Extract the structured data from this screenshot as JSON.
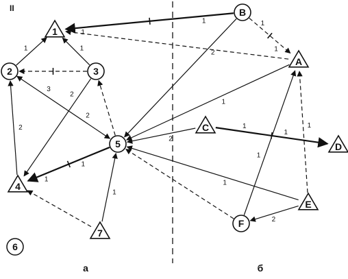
{
  "corner_label": "II",
  "figure_number": "6",
  "panel_labels": {
    "left": "a",
    "right": "б"
  },
  "nodes": [
    {
      "id": "1",
      "shape": "triangle"
    },
    {
      "id": "2",
      "shape": "circle"
    },
    {
      "id": "3",
      "shape": "circle"
    },
    {
      "id": "4",
      "shape": "triangle"
    },
    {
      "id": "5",
      "shape": "circle"
    },
    {
      "id": "7",
      "shape": "triangle"
    },
    {
      "id": "B",
      "shape": "circle"
    },
    {
      "id": "A",
      "shape": "triangle"
    },
    {
      "id": "C",
      "shape": "triangle"
    },
    {
      "id": "D",
      "shape": "triangle"
    },
    {
      "id": "E",
      "shape": "triangle"
    },
    {
      "id": "F",
      "shape": "circle"
    }
  ],
  "edges": [
    {
      "from": "B",
      "to": "1",
      "style": "solid",
      "heavy": true,
      "bar": true,
      "labels": [
        "1",
        "1"
      ]
    },
    {
      "from": "2",
      "to": "1",
      "style": "solid",
      "labels": [
        "1"
      ]
    },
    {
      "from": "3",
      "to": "1",
      "style": "solid",
      "labels": [
        "1"
      ]
    },
    {
      "from": "3",
      "to": "2",
      "style": "dashed",
      "bar": true,
      "labels": []
    },
    {
      "from": "2",
      "to": "5",
      "style": "solid",
      "double": true,
      "labels": [
        "3",
        "2"
      ]
    },
    {
      "from": "5",
      "to": "3",
      "style": "dashed",
      "labels": []
    },
    {
      "from": "3",
      "to": "4",
      "style": "solid",
      "labels": [
        "2"
      ]
    },
    {
      "from": "4",
      "to": "2",
      "style": "solid",
      "labels": [
        "2"
      ]
    },
    {
      "from": "5",
      "to": "4",
      "style": "solid",
      "heavy": true,
      "bar": true,
      "labels": [
        "1",
        "1"
      ]
    },
    {
      "from": "7",
      "to": "4",
      "style": "dashed",
      "labels": []
    },
    {
      "from": "7",
      "to": "5",
      "style": "solid",
      "labels": [
        "1"
      ]
    },
    {
      "from": "A",
      "to": "1",
      "style": "dashed",
      "labels": []
    },
    {
      "from": "B",
      "to": "A",
      "style": "dashed",
      "bar": true,
      "labels": [
        "1",
        "1"
      ]
    },
    {
      "from": "B",
      "to": "5",
      "style": "solid",
      "labels": [
        "2"
      ]
    },
    {
      "from": "A",
      "to": "5",
      "style": "solid",
      "labels": [
        "1"
      ]
    },
    {
      "from": "C",
      "to": "5",
      "style": "solid",
      "labels": [
        "2"
      ]
    },
    {
      "from": "C",
      "to": "D",
      "style": "solid",
      "heavy": true,
      "bar": true,
      "labels": [
        "1",
        "1"
      ]
    },
    {
      "from": "E",
      "to": "5",
      "style": "solid",
      "labels": [
        "1"
      ]
    },
    {
      "from": "F",
      "to": "5",
      "style": "dashed",
      "labels": []
    },
    {
      "from": "F",
      "to": "A",
      "style": "solid",
      "labels": [
        "1"
      ]
    },
    {
      "from": "E",
      "to": "A",
      "style": "dashed",
      "labels": [
        "1"
      ]
    },
    {
      "from": "E",
      "to": "F",
      "style": "solid",
      "labels": [
        "2"
      ]
    }
  ],
  "colors": {
    "ink": "#111111",
    "background": "#ffffff"
  }
}
